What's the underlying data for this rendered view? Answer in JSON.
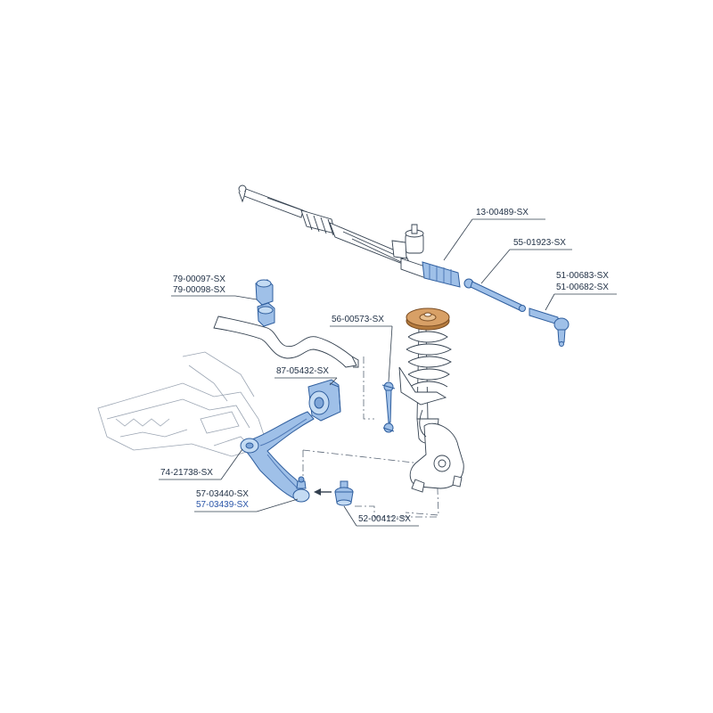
{
  "colors": {
    "line": "#33404f",
    "ghost": "#8f9aa8",
    "part_blue": "#9fc0e8",
    "part_blue_dark": "#4e78b6",
    "mount_orange": "#d8a066",
    "link_text": "#2a55a8"
  },
  "labels": {
    "steering_rack": "13-00489-SX",
    "inner_tie_rod": "55-01923-SX",
    "tie_rod_end_a": "51-00683-SX",
    "tie_rod_end_b": "51-00682-SX",
    "stab_bush_a": "79-00097-SX",
    "stab_bush_b": "79-00098-SX",
    "stab_link": "56-00573-SX",
    "arm_bush": "87-05432-SX",
    "arm_front_bush": "74-21738-SX",
    "control_arm_a": "57-03440-SX",
    "control_arm_b": "57-03439-SX",
    "ball_joint": "52-00412-SX"
  }
}
